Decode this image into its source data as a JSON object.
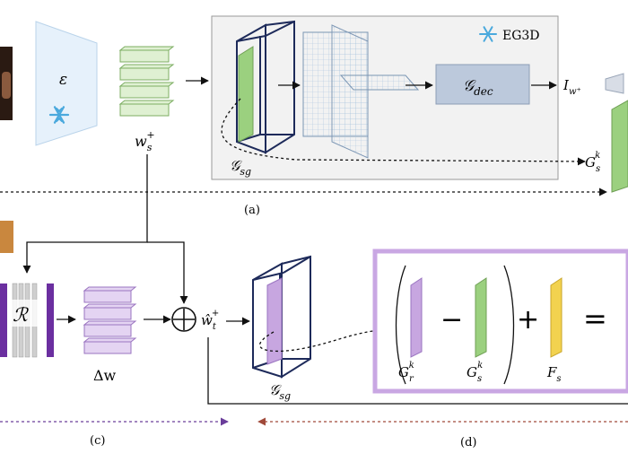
{
  "panels": {
    "a": "(a)",
    "c": "(c)",
    "d": "(d)"
  },
  "labels": {
    "encoder": "ε",
    "eg3d": "EG3D",
    "decoder": "𝒢",
    "decoder_sub": "dec",
    "sg_top": "𝒢",
    "sg_top_sub": "sg",
    "sg_bottom": "𝒢",
    "sg_bottom_sub": "sg",
    "w_s": "w",
    "w_s_sub": "s",
    "w_s_sup": "+",
    "I_w": "I",
    "I_w_sub": "w⁺",
    "G_s_top": "G",
    "G_s_top_sub": "s",
    "G_s_top_sup": "k",
    "R_block": "ℛ",
    "delta_w": "Δw",
    "w_t": "ŵ",
    "w_t_sub": "t",
    "w_t_sup": "+",
    "G_r": "G",
    "G_r_sub": "r",
    "G_r_sup": "k",
    "G_s": "G",
    "G_s_sub": "s",
    "G_s_sup": "k",
    "F_s": "F",
    "F_s_sub": "s",
    "minus": "−",
    "plus": "+",
    "equals": "="
  },
  "colors": {
    "green_feature": "#9bd07f",
    "purple_feature": "#c7a6e0",
    "yellow_feature": "#f2d24f",
    "latent_green": "#dff0d2",
    "latent_purple": "#e4d4f2",
    "encoder_blue": "#e6f1fb",
    "eg3d_bg": "#f2f2f2",
    "decoder_box": "#bcc9dc",
    "panel_d_border": "#c9a7e3",
    "frame_navy": "#1d2a5a",
    "snowflake": "#4aa9dd"
  },
  "icons": {
    "snowflake": "snowflake-icon",
    "sum": "circle-plus-icon"
  }
}
